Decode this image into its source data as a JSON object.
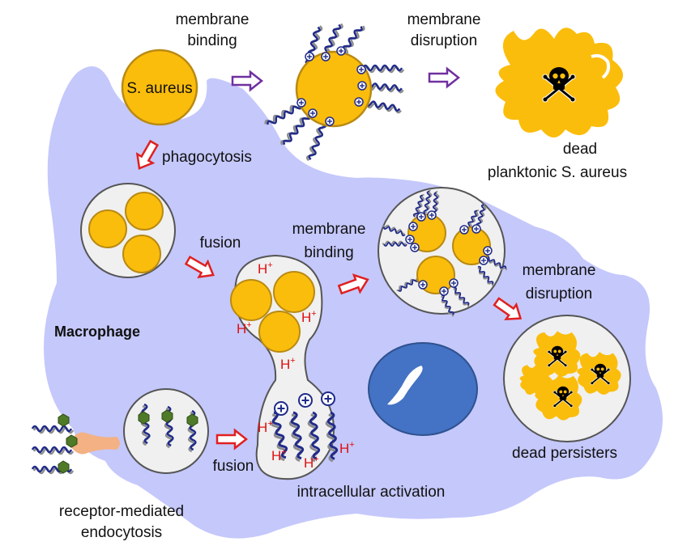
{
  "labels": {
    "s_aureus": "S. aureus",
    "membrane_binding_top_1": "membrane",
    "membrane_binding_top_2": "binding",
    "membrane_disruption_top_1": "membrane",
    "membrane_disruption_top_2": "disruption",
    "dead_1": "dead",
    "dead_2": "planktonic S. aureus",
    "phagocytosis": "phagocytosis",
    "fusion_upper": "fusion",
    "membrane_binding_mid_1": "membrane",
    "membrane_binding_mid_2": "binding",
    "membrane_disruption_mid_1": "membrane",
    "membrane_disruption_mid_2": "disruption",
    "macrophage": "Macrophage",
    "fusion_lower": "fusion",
    "intracellular_activation": "intracellular activation",
    "dead_persisters": "dead persisters",
    "receptor_1": "receptor-mediated",
    "receptor_2": "endocytosis",
    "h_plus": "H+"
  },
  "colors": {
    "macrophage": "#c5c8fb",
    "bacterium": "#fbbd0c",
    "bacterium_edge": "#b98a12",
    "vesicle": "#f0f0f0",
    "nucleus": "#4472c4",
    "arrow_purple": "#7030a0",
    "arrow_red": "#e02020",
    "polymer_blue": "#1f2a8a",
    "polymer_gray": "#8c8c8c",
    "cap_green": "#4f7a28",
    "receptor": "#f4b183"
  },
  "icons": [
    "skull-crossbones-icon",
    "plus-charge-icon",
    "hollow-arrow-icon"
  ]
}
